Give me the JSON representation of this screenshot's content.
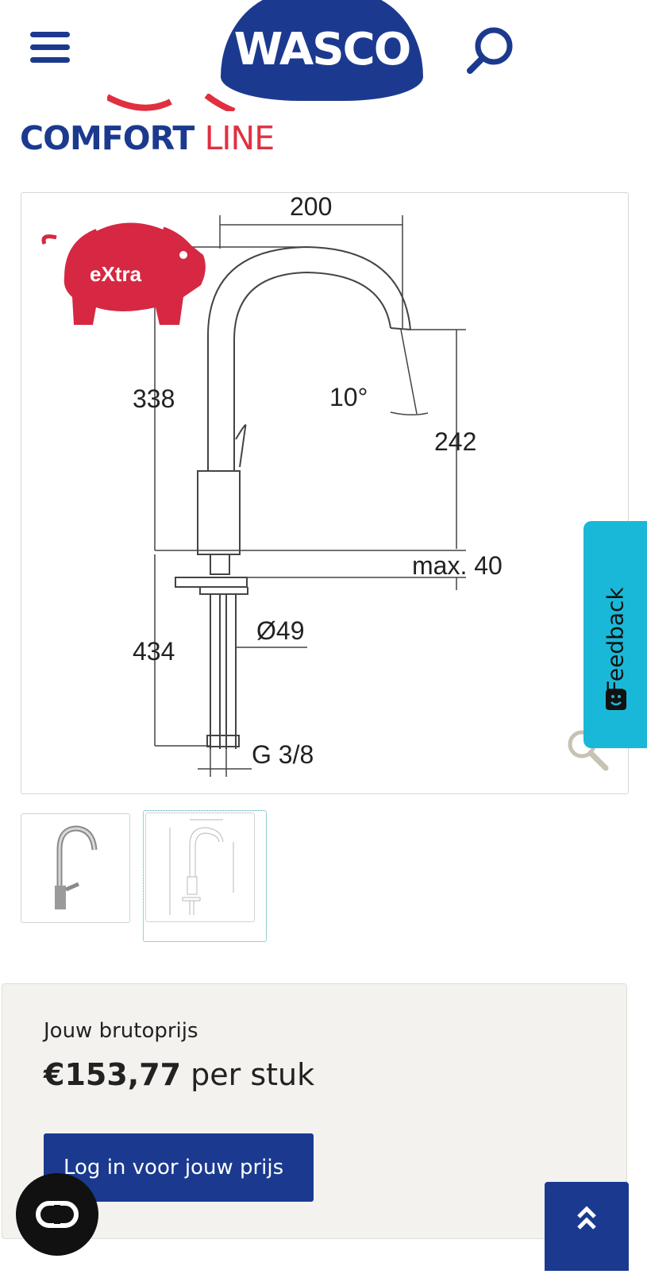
{
  "header": {
    "menu_icon": "hamburger-icon",
    "logo": "WASCO",
    "search_icon": "search-icon"
  },
  "brand": {
    "word1": "COMFORT",
    "word2": "LINE"
  },
  "product_image": {
    "badge_text": "eXtra",
    "dimensions": {
      "width_top": "200",
      "height_upper": "338",
      "angle": "10°",
      "spout_height": "242",
      "max_thickness": "max. 40",
      "diameter": "Ø49",
      "height_lower": "434",
      "connection": "G 3/8"
    },
    "zoom_icon": "magnifier-icon"
  },
  "feedback": {
    "label": "Feedback",
    "icon": "smiley-icon"
  },
  "thumbnails": [
    {
      "name": "thumbnail-photo"
    },
    {
      "name": "thumbnail-drawing",
      "selected": true
    }
  ],
  "price": {
    "label": "Jouw brutoprijs",
    "amount": "€153,77",
    "unit": " per stuk",
    "login_button": "Log in voor jouw prijs"
  },
  "floating": {
    "chat_icon": "co-icon",
    "scroll_top_icon": "double-chevron-up-icon"
  },
  "colors": {
    "brand_blue": "#1b3a8f",
    "brand_red": "#e03040",
    "feedback_cyan": "#1ab8d8",
    "price_bg": "#f3f2ee"
  }
}
